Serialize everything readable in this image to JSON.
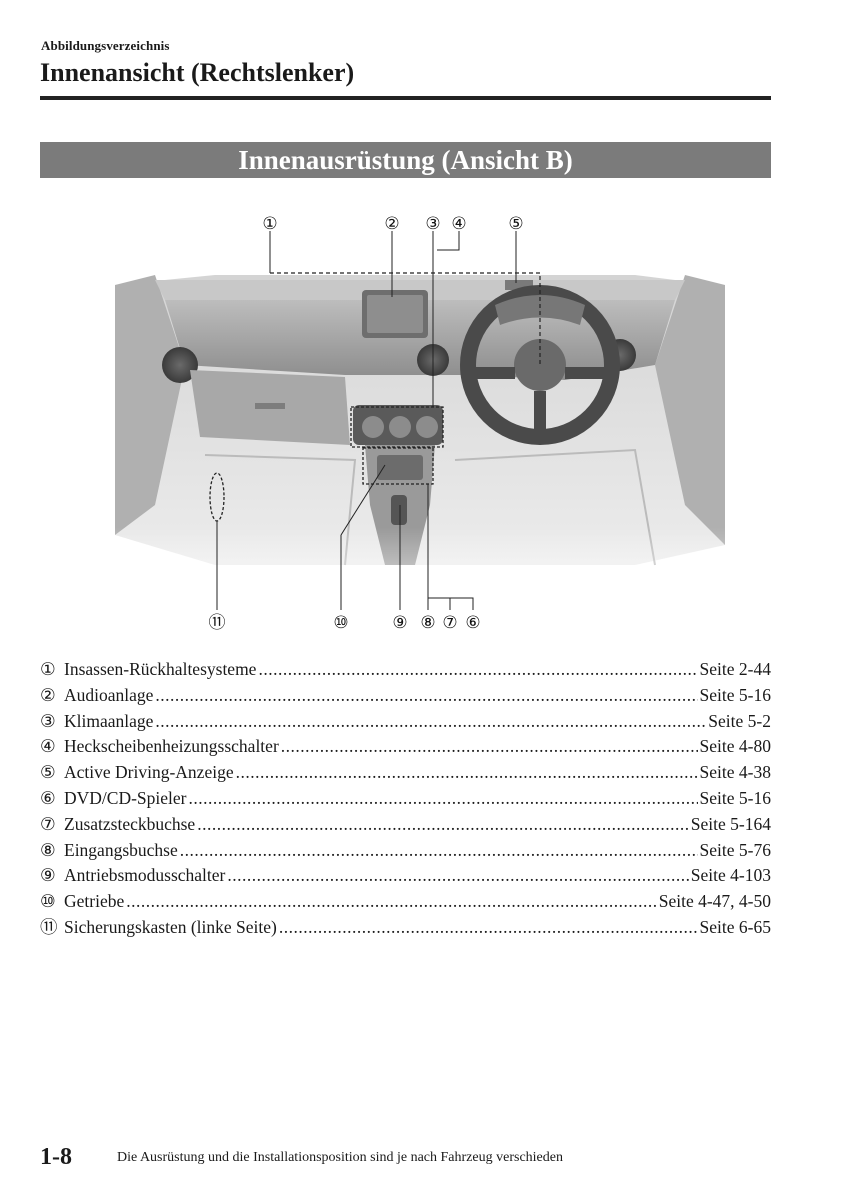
{
  "header": {
    "section": "Abbildungsverzeichnis",
    "title": "Innenansicht (Rechtslenker)"
  },
  "banner": "Innenausrüstung (Ansicht B)",
  "figure": {
    "callouts_top": [
      "①",
      "②",
      "③",
      "④",
      "⑤"
    ],
    "callouts_bottom": [
      "⑪",
      "⑩",
      "⑨",
      "⑧",
      "⑦",
      "⑥"
    ]
  },
  "legend": [
    {
      "num": "①",
      "label": "Insassen-Rückhaltesysteme",
      "page": "Seite 2-44"
    },
    {
      "num": "②",
      "label": "Audioanlage",
      "page": "Seite 5-16"
    },
    {
      "num": "③",
      "label": "Klimaanlage",
      "page": "Seite 5-2"
    },
    {
      "num": "④",
      "label": "Heckscheibenheizungsschalter",
      "page": "Seite 4-80"
    },
    {
      "num": "⑤",
      "label": "Active Driving-Anzeige",
      "page": "Seite 4-38"
    },
    {
      "num": "⑥",
      "label": "DVD/CD-Spieler",
      "page": "Seite 5-16"
    },
    {
      "num": "⑦",
      "label": "Zusatzsteckbuchse",
      "page": "Seite 5-164"
    },
    {
      "num": "⑧",
      "label": "Eingangsbuchse",
      "page": "Seite 5-76"
    },
    {
      "num": "⑨",
      "label": "Antriebsmodusschalter",
      "page": "Seite 4-103"
    },
    {
      "num": "⑩",
      "label": "Getriebe",
      "page": "Seite 4-47, 4-50"
    },
    {
      "num": "⑪",
      "label": "Sicherungskasten (linke Seite)",
      "page": "Seite 6-65"
    }
  ],
  "footer": {
    "page_number": "1-8",
    "note": "Die Ausrüstung und die Installationsposition sind je nach Fahrzeug verschieden"
  }
}
